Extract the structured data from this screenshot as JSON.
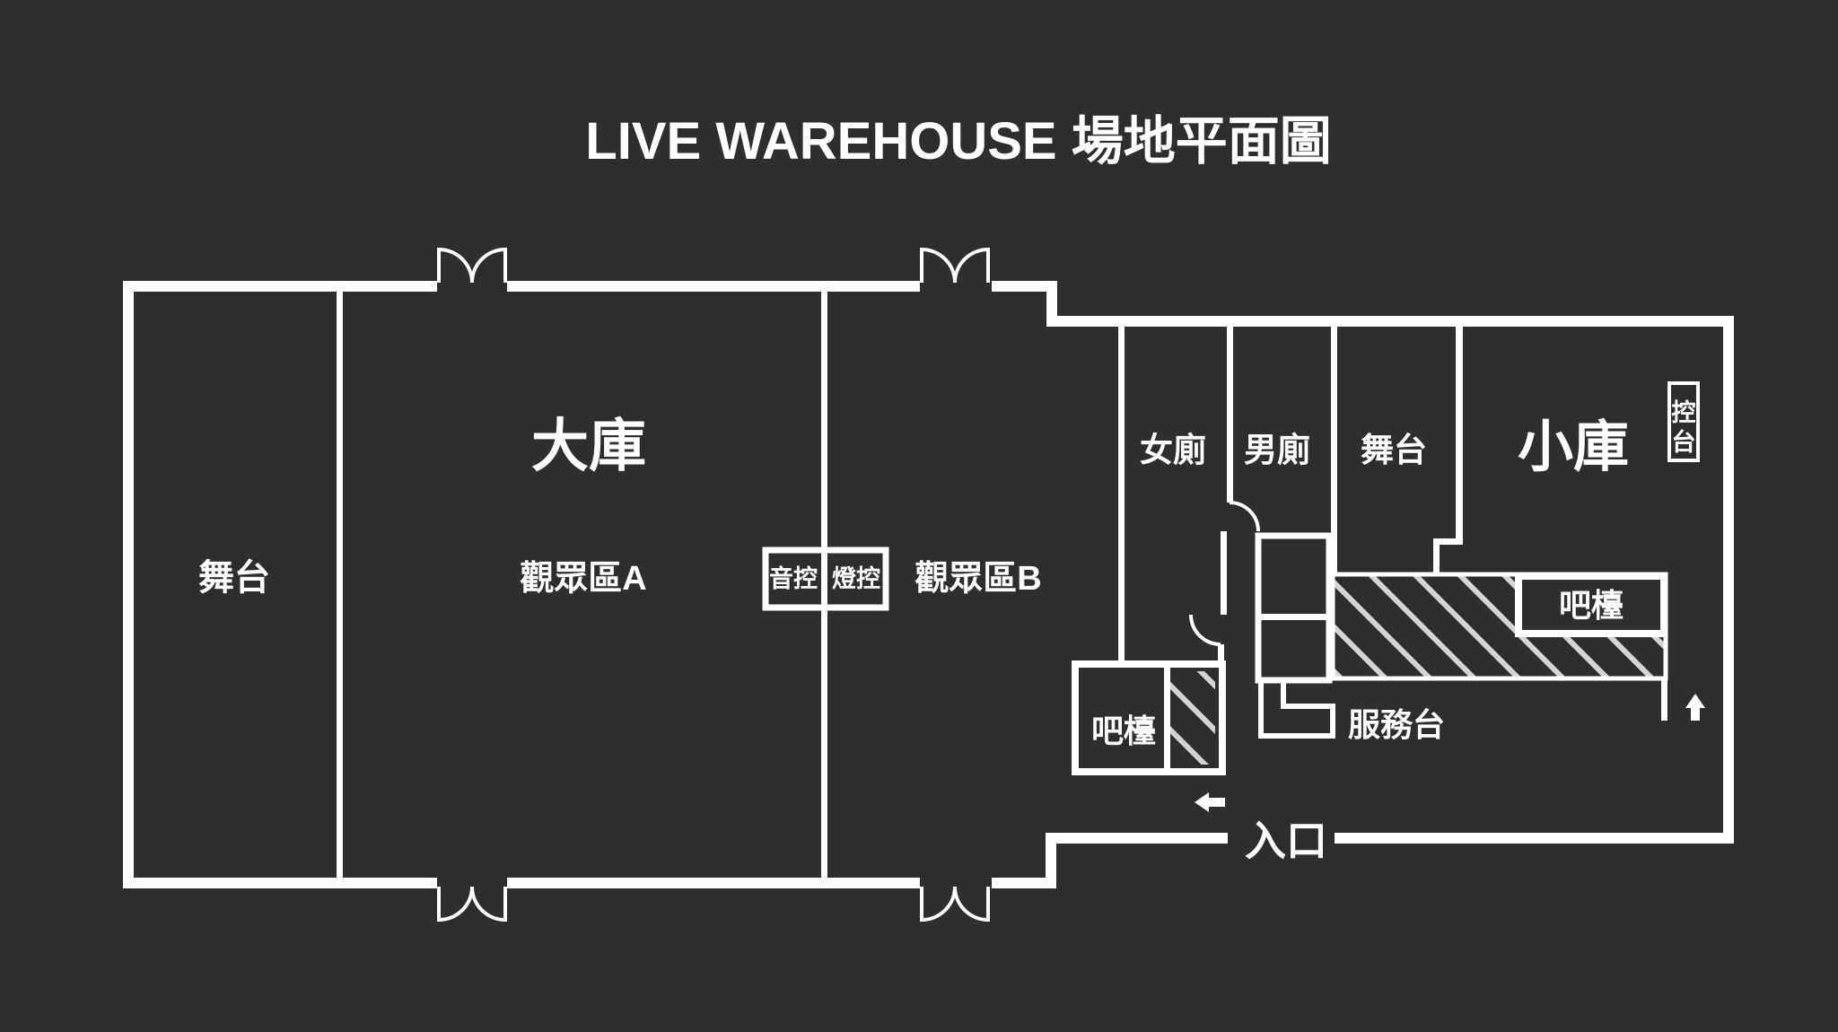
{
  "title": "LIVE WAREHOUSE 場地平面圖",
  "colors": {
    "background": "#2d2e30",
    "line": "#ffffff",
    "hatch_stripe": "#d4d4d4"
  },
  "big_room": {
    "name": "大庫",
    "stage": "舞台",
    "audience_a": "觀眾區A",
    "audience_b": "觀眾區B",
    "sound_control": "音控",
    "light_control": "燈控"
  },
  "right_wing": {
    "womens_toilet": "女廁",
    "mens_toilet": "男廁",
    "stage": "舞台",
    "small_warehouse": "小庫",
    "control_booth_chars": [
      "控",
      "台"
    ],
    "bar_right": "吧檯",
    "bar_left": "吧檯",
    "service_desk": "服務台",
    "entrance": "入口"
  }
}
